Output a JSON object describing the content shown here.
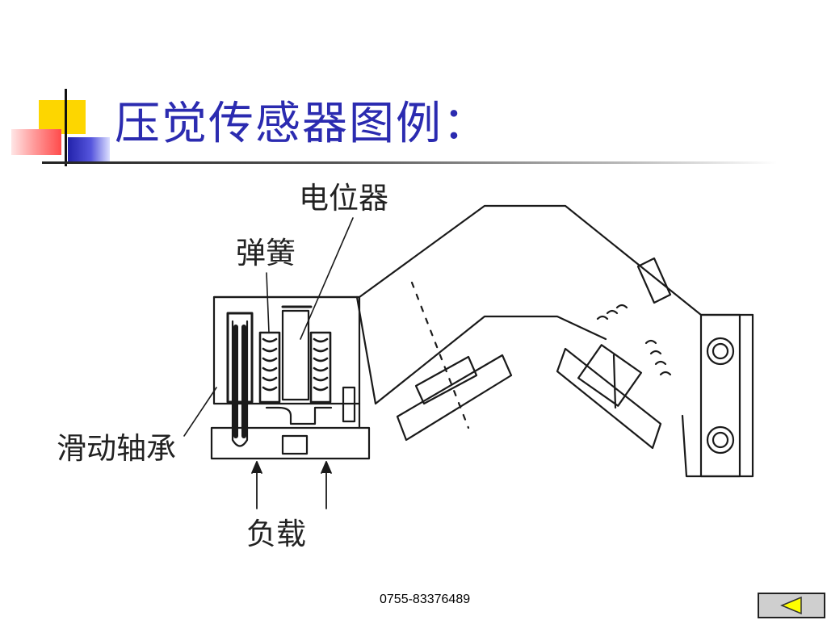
{
  "slide": {
    "title": "压觉传感器图例："
  },
  "diagram": {
    "labels": {
      "potentiometer": "电位器",
      "spring": "弹簧",
      "slide_bearing": "滑动轴承",
      "load": "负载"
    }
  },
  "footer": {
    "phone": "0755-83376489"
  },
  "nav": {
    "icon": "back-arrow-icon"
  }
}
